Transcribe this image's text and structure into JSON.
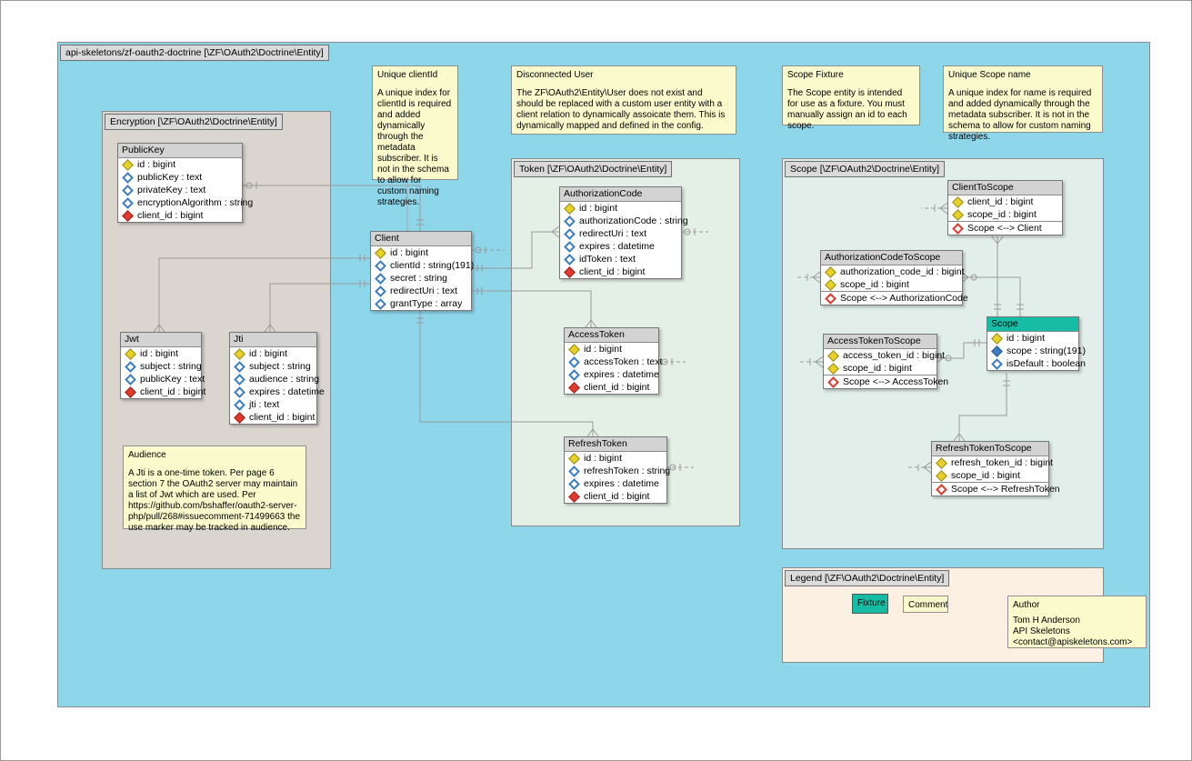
{
  "title": "api-skeletons/zf-oauth2-doctrine [\\ZF\\OAuth2\\Doctrine\\Entity]",
  "colors": {
    "canvas_blue": "#8ED7EB",
    "region_encryption": "#DAD5CF",
    "region_token": "#E4F0E6",
    "region_scope": "#E1EEE9",
    "region_legend": "#FBF0E2",
    "note_yellow": "#FBFACD",
    "fixture_teal": "#16BDA4",
    "primary_key_yellow": "#E8D126",
    "attribute_blue": "#3D7CC2",
    "foreign_key_red": "#E03A2F",
    "connector_gray": "#999999"
  },
  "regions": {
    "encryption": {
      "label": "Encryption [\\ZF\\OAuth2\\Doctrine\\Entity]"
    },
    "token": {
      "label": "Token [\\ZF\\OAuth2\\Doctrine\\Entity]"
    },
    "scope": {
      "label": "Scope [\\ZF\\OAuth2\\Doctrine\\Entity]"
    },
    "legend": {
      "label": "Legend [\\ZF\\OAuth2\\Doctrine\\Entity]"
    }
  },
  "notes": {
    "unique_clientid": {
      "title": "Unique clientId",
      "body": "A unique index for clientId is required and added dynamically through the metadata subscriber.  It is not in the schema to allow for custom naming strategies."
    },
    "disconnected_user": {
      "title": "Disconnected User",
      "body": "The ZF\\OAuth2\\Entity\\User does not exist and should be replaced with a custom user entity with a client relation to dynamically assoicate them.  This is dynamically mapped and defined in the config."
    },
    "scope_fixture": {
      "title": "Scope Fixture",
      "body": "The Scope entity is intended for use as a fixture.  You must manually assign an id to each scope."
    },
    "unique_scope_name": {
      "title": "Unique Scope name",
      "body": "A unique index for name is required and added dynamically through the metadata subscriber.  It is not in the schema to allow for custom naming strategies."
    },
    "audience": {
      "title": "Audience",
      "body": "A Jti is a one-time token.  Per page 6 section 7 the OAuth2 server may maintain a list of Jwt which are used.  Per https://github.com/bshaffer/oauth2-server-php/pull/268#issuecomment-71499663 the use marker may be tracked in audience."
    }
  },
  "tables": [
    {
      "id": "publickey",
      "name": "PublicKey",
      "header": "gray",
      "fields": [
        {
          "icon": "pk",
          "text": "id : bigint"
        },
        {
          "icon": "attr",
          "text": "publicKey : text"
        },
        {
          "icon": "attr",
          "text": "privateKey : text"
        },
        {
          "icon": "attr",
          "text": "encryptionAlgorithm : string"
        },
        {
          "icon": "fk",
          "text": "client_id : bigint"
        }
      ]
    },
    {
      "id": "client",
      "name": "Client",
      "header": "gray",
      "fields": [
        {
          "icon": "pk",
          "text": "id : bigint"
        },
        {
          "icon": "attr",
          "text": "clientId : string(191)"
        },
        {
          "icon": "attr",
          "text": "secret : string"
        },
        {
          "icon": "attr",
          "text": "redirectUri : text"
        },
        {
          "icon": "attr",
          "text": "grantType : array"
        }
      ]
    },
    {
      "id": "jwt",
      "name": "Jwt",
      "header": "gray",
      "fields": [
        {
          "icon": "pk",
          "text": "id : bigint"
        },
        {
          "icon": "attr",
          "text": "subject : string"
        },
        {
          "icon": "attr",
          "text": "publicKey : text"
        },
        {
          "icon": "fk",
          "text": "client_id : bigint"
        }
      ]
    },
    {
      "id": "jti",
      "name": "Jti",
      "header": "gray",
      "fields": [
        {
          "icon": "pk",
          "text": "id : bigint"
        },
        {
          "icon": "attr",
          "text": "subject : string"
        },
        {
          "icon": "attr",
          "text": "audience : string"
        },
        {
          "icon": "attr",
          "text": "expires : datetime"
        },
        {
          "icon": "attr",
          "text": "jti : text"
        },
        {
          "icon": "fk",
          "text": "client_id : bigint"
        }
      ]
    },
    {
      "id": "authorizationcode",
      "name": "AuthorizationCode",
      "header": "gray",
      "fields": [
        {
          "icon": "pk",
          "text": "id : bigint"
        },
        {
          "icon": "attr",
          "text": "authorizationCode : string"
        },
        {
          "icon": "attr",
          "text": "redirectUri : text"
        },
        {
          "icon": "attr",
          "text": "expires : datetime"
        },
        {
          "icon": "attr",
          "text": "idToken : text"
        },
        {
          "icon": "fk",
          "text": "client_id : bigint"
        }
      ]
    },
    {
      "id": "accesstoken",
      "name": "AccessToken",
      "header": "gray",
      "fields": [
        {
          "icon": "pk",
          "text": "id : bigint"
        },
        {
          "icon": "attr",
          "text": "accessToken : text"
        },
        {
          "icon": "attr",
          "text": "expires : datetime"
        },
        {
          "icon": "fk",
          "text": "client_id : bigint"
        }
      ]
    },
    {
      "id": "refreshtoken",
      "name": "RefreshToken",
      "header": "gray",
      "fields": [
        {
          "icon": "pk",
          "text": "id : bigint"
        },
        {
          "icon": "attr",
          "text": "refreshToken : string"
        },
        {
          "icon": "attr",
          "text": "expires : datetime"
        },
        {
          "icon": "fk",
          "text": "client_id : bigint"
        }
      ]
    },
    {
      "id": "clienttoscope",
      "name": "ClientToScope",
      "header": "gray",
      "fields": [
        {
          "icon": "pk",
          "text": "client_id : bigint"
        },
        {
          "icon": "pk",
          "text": "scope_id : bigint"
        },
        {
          "icon": "rel",
          "text": "Scope <--> Client"
        }
      ]
    },
    {
      "id": "authorizationcodetoscope",
      "name": "AuthorizationCodeToScope",
      "header": "gray",
      "fields": [
        {
          "icon": "pk",
          "text": "authorization_code_id : bigint"
        },
        {
          "icon": "pk",
          "text": "scope_id : bigint"
        },
        {
          "icon": "rel",
          "text": "Scope <--> AuthorizationCode"
        }
      ]
    },
    {
      "id": "accesstokentoscope",
      "name": "AccessTokenToScope",
      "header": "gray",
      "fields": [
        {
          "icon": "pk",
          "text": "access_token_id : bigint"
        },
        {
          "icon": "pk",
          "text": "scope_id : bigint"
        },
        {
          "icon": "rel",
          "text": "Scope <--> AccessToken"
        }
      ]
    },
    {
      "id": "scope",
      "name": "Scope",
      "header": "teal",
      "fields": [
        {
          "icon": "pk",
          "text": "id : bigint"
        },
        {
          "icon": "attr-solid",
          "text": "scope : string(191)"
        },
        {
          "icon": "attr",
          "text": "isDefault : boolean"
        }
      ]
    },
    {
      "id": "refreshtokentoscope",
      "name": "RefreshTokenToScope",
      "header": "gray",
      "fields": [
        {
          "icon": "pk",
          "text": "refresh_token_id : bigint"
        },
        {
          "icon": "pk",
          "text": "scope_id : bigint"
        },
        {
          "icon": "rel",
          "text": "Scope <--> RefreshToken"
        }
      ]
    }
  ],
  "legend": {
    "fixture_label": "Fixture",
    "comment_label": "Comment",
    "author_title": "Author",
    "author_lines": [
      "Tom H Anderson",
      "API Skeletons",
      "<contact@apiskeletons.com>"
    ]
  }
}
